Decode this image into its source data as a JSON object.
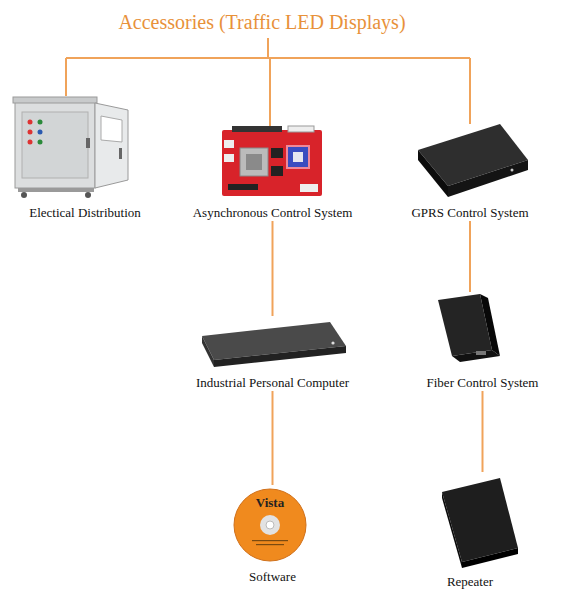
{
  "diagram": {
    "title": "Accessories (Traffic LED Displays)",
    "nodes": [
      {
        "text": [
          "Electical Distribution"
        ]
      },
      {
        "text": [
          "Asynchronous Control System"
        ]
      },
      {
        "text": [
          "GPRS Control System"
        ]
      },
      {
        "text": [
          "Industrial Personal Computer"
        ]
      },
      {
        "text": [
          "Fiber Control System"
        ]
      },
      {
        "text": [
          "Software"
        ]
      },
      {
        "text": [
          "Repeater"
        ]
      }
    ],
    "edges": [
      {
        "from": 1,
        "to": 3,
        "arrow": "none"
      },
      {
        "from": 3,
        "to": 5,
        "arrow": "none"
      },
      {
        "from": 2,
        "to": 4,
        "arrow": "none"
      },
      {
        "from": 4,
        "to": 6,
        "arrow": "none"
      }
    ],
    "labels": [
      "Vista"
    ]
  }
}
